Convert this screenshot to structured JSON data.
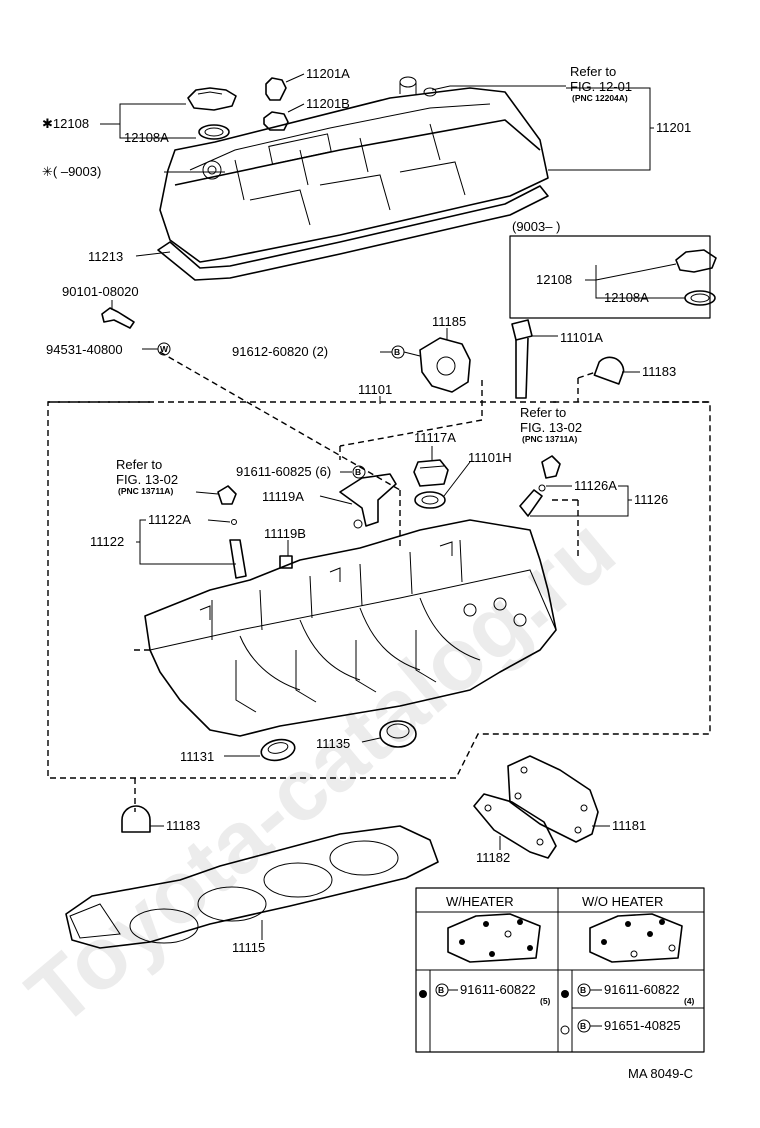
{
  "watermark": "Toyota-catalog.ru",
  "labels": {
    "p11201A": "11201A",
    "p11201B": "11201B",
    "p12108star": "✱12108",
    "p12108A_top": "12108A",
    "p9003_open": "✳( –9003)",
    "p11201": "11201",
    "p11213": "11213",
    "ref1201_a": "Refer to",
    "ref1201_b": "FIG. 12-01",
    "ref1201_c": "(PNC 12204A)",
    "p9003_close": "(9003– )",
    "p12108_box": "12108",
    "p12108A_box": "12108A",
    "p90101": "90101-08020",
    "p94531": "94531-40800",
    "p11185": "11185",
    "p91612": "91612-60820 (2)",
    "p11101A": "11101A",
    "p11183_top": "11183",
    "p11101": "11101",
    "ref1302r_a": "Refer to",
    "ref1302r_b": "FIG. 13-02",
    "ref1302r_c": "(PNC 13711A)",
    "p11117A": "11117A",
    "p11101H": "11101H",
    "ref1302l_a": "Refer to",
    "ref1302l_b": "FIG. 13-02",
    "ref1302l_c": "(PNC 13711A)",
    "p91611_top": "91611-60825 (6)",
    "p11119A": "11119A",
    "p11126A": "11126A",
    "p11126": "11126",
    "p11122A": "11122A",
    "p11122": "11122",
    "p11119B": "11119B",
    "p11131": "11131",
    "p11135": "11135",
    "p11183_bot": "11183",
    "p11181": "11181",
    "p11182": "11182",
    "p11115": "11115",
    "drawing_no": "MA  8049-C"
  },
  "table": {
    "col_heater": "W/HEATER",
    "col_noheater": "W/O HEATER",
    "row1_heater_part": "91611-60822",
    "row1_heater_qty": "(5)",
    "row1_noheater_part": "91611-60822",
    "row1_noheater_qty": "(4)",
    "row2_noheater_part": "91651-40825",
    "marker_b": "B",
    "marker_w": "W"
  }
}
